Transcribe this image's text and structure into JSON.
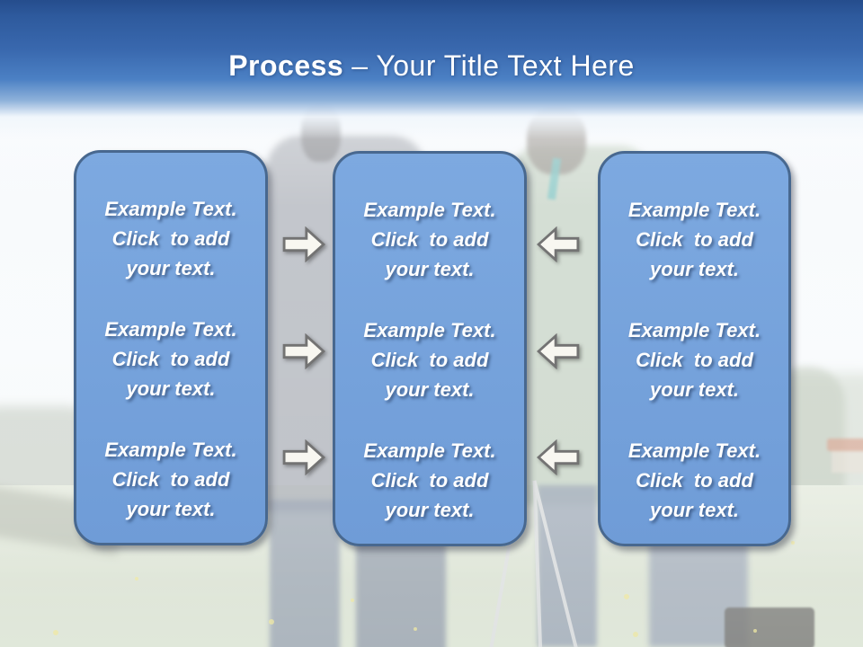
{
  "slide": {
    "header": {
      "title_bold": "Process",
      "title_rest": "– Your Title Text Here"
    },
    "columns": [
      {
        "name": "left",
        "blocks": [
          {
            "lines": [
              "Example Text.",
              "Click  to add",
              "your text."
            ]
          },
          {
            "lines": [
              "Example Text.",
              "Click  to add",
              "your text."
            ]
          },
          {
            "lines": [
              "Example Text.",
              "Click  to add",
              "your text."
            ]
          }
        ]
      },
      {
        "name": "middle",
        "blocks": [
          {
            "lines": [
              "Example Text.",
              "Click  to add",
              "your text."
            ]
          },
          {
            "lines": [
              "Example Text.",
              "Click  to add",
              "your text."
            ]
          },
          {
            "lines": [
              "Example Text.",
              "Click  to add",
              "your text."
            ]
          }
        ]
      },
      {
        "name": "right",
        "blocks": [
          {
            "lines": [
              "Example Text.",
              "Click  to add",
              "your text."
            ]
          },
          {
            "lines": [
              "Example Text.",
              "Click  to add",
              "your text."
            ]
          },
          {
            "lines": [
              "Example Text.",
              "Click  to add",
              "your text."
            ]
          }
        ]
      }
    ],
    "arrows": [
      {
        "name": "arrow-1",
        "direction": "right"
      },
      {
        "name": "arrow-2",
        "direction": "right"
      },
      {
        "name": "arrow-3",
        "direction": "right"
      },
      {
        "name": "arrow-4",
        "direction": "left"
      },
      {
        "name": "arrow-5",
        "direction": "left"
      },
      {
        "name": "arrow-6",
        "direction": "left"
      }
    ],
    "colors": {
      "header_top": "#254d8d",
      "header_mid": "#3b6db3",
      "box_fill": "#74a2dc",
      "box_border": "#48688f",
      "arrow_fill": "#f8f7f1",
      "arrow_stroke": "#737373",
      "text": "#ffffff"
    }
  }
}
